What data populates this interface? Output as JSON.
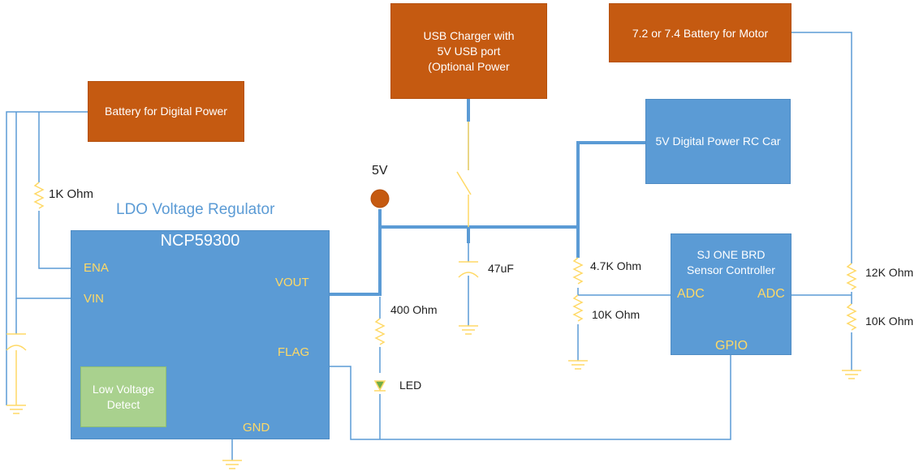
{
  "colors": {
    "box_orange": "#c55a11",
    "box_blue": "#5b9bd5",
    "box_green": "#a9d18e",
    "wire_blue": "#5b9bd5",
    "pin_yellow": "#ffd966",
    "node_orange": "#c55a11"
  },
  "blocks": {
    "usb_charger": [
      "USB Charger with",
      "5V USB port",
      "(Optional Power"
    ],
    "motor_battery": "7.2 or 7.4 Battery for Motor",
    "digital_battery": "Battery for Digital Power",
    "digital_power": "5V Digital Power RC Car",
    "sensor_controller": [
      "SJ ONE BRD",
      "Sensor Controller"
    ],
    "low_voltage_detect": [
      "Low Voltage",
      "Detect"
    ]
  },
  "regulator": {
    "caption": "LDO Voltage Regulator",
    "part": "NCP59300",
    "pins": {
      "ena": "ENA",
      "vin": "VIN",
      "vout": "VOUT",
      "flag": "FLAG",
      "gnd": "GND"
    }
  },
  "controller_pins": {
    "adc_left": "ADC",
    "adc_right": "ADC",
    "gpio": "GPIO"
  },
  "components": {
    "node_5v": "5V",
    "r_1k": "1K Ohm",
    "r_400": "400 Ohm",
    "led": "LED",
    "cap_47uf": "47uF",
    "r_4_7k": "4.7K Ohm",
    "r_10k_a": "10K Ohm",
    "r_12k": "12K Ohm",
    "r_10k_b": "10K Ohm"
  }
}
